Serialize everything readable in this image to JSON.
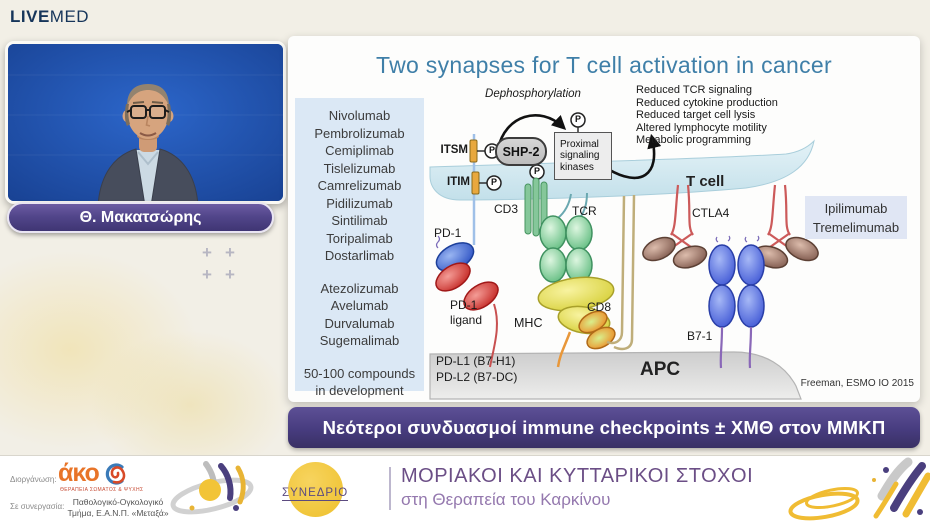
{
  "header": {
    "logo_live": "LIVE",
    "logo_med": "MED"
  },
  "speaker": {
    "name": "Θ. Μακατσώρης"
  },
  "slide": {
    "title": "Two synapses for T cell activation in cancer",
    "drug_list": {
      "pd1_drugs": [
        "Nivolumab",
        "Pembrolizumab",
        "Cemiplimab",
        "Tislelizumab",
        "Camrelizumab",
        "Pidilizumab",
        "Sintilimab",
        "Toripalimab",
        "Dostarlimab"
      ],
      "pdl1_drugs": [
        "Atezolizumab",
        "Avelumab",
        "Durvalumab",
        "Sugemalimab"
      ],
      "footnote": "50-100 compounds in development"
    },
    "ctla4_box": {
      "line1": "Ipilimumab",
      "line2": "Tremelimumab"
    },
    "diagram": {
      "dephosphorylation": "Dephosphorylation",
      "effects": [
        "Reduced TCR signaling",
        "Reduced cytokine production",
        "Reduced target cell lysis",
        "Altered lymphocyte motility",
        "Metabolic programming"
      ],
      "labels": {
        "itsm": "ITSM",
        "itim": "ITIM",
        "shp2": "SHP-2",
        "p": "P",
        "proximal": "Proximal signaling kinases",
        "tcell": "T cell",
        "cd3": "CD3",
        "tcr": "TCR",
        "pd1": "PD-1",
        "pd1_ligand": "PD-1 ligand",
        "mhc": "MHC",
        "cd8": "CD8",
        "ctla4": "CTLA4",
        "b71": "B7-1",
        "apc": "APC",
        "pdl1": "PD-L1 (B7-H1)",
        "pdl2": "PD-L2 (B7-DC)"
      },
      "citation": "Freeman, ESMO IO 2015"
    }
  },
  "banner": {
    "text": "Νεότεροι συνδυασμοί immune checkpoints ± ΧΜΘ στον ΜΜΚΠ"
  },
  "footer": {
    "organizer_label": "Διοργάνωση:",
    "organizer_logo": "άκο",
    "organizer_tagline": "ΘΕΡΑΠΕΙΑ ΣΩΜΑΤΟΣ & ΨΥΧΗΣ",
    "partner_label": "Σε συνεργασία:",
    "partner_name": "Παθολογικό-Ογκολογικό Τμήμα, Ε.Α.Ν.Π. «Μεταξά»",
    "congress_badge": "ΣΥΝΕΔΡΙΟ",
    "congress_title": "ΜΟΡΙΑΚΟΙ ΚΑΙ ΚΥΤΤΑΡΙΚΟΙ ΣΤΟΧΟΙ",
    "congress_subtitle": "στη Θεραπεία του Καρκίνου"
  },
  "colors": {
    "banner_purple": "#473c7f",
    "slide_title_blue": "#3f7fa8",
    "drug_box_blue": "#dbe8f5",
    "congress_purple": "#6b4e86",
    "badge_yellow": "#f2c437",
    "livemed_navy": "#16355a"
  }
}
